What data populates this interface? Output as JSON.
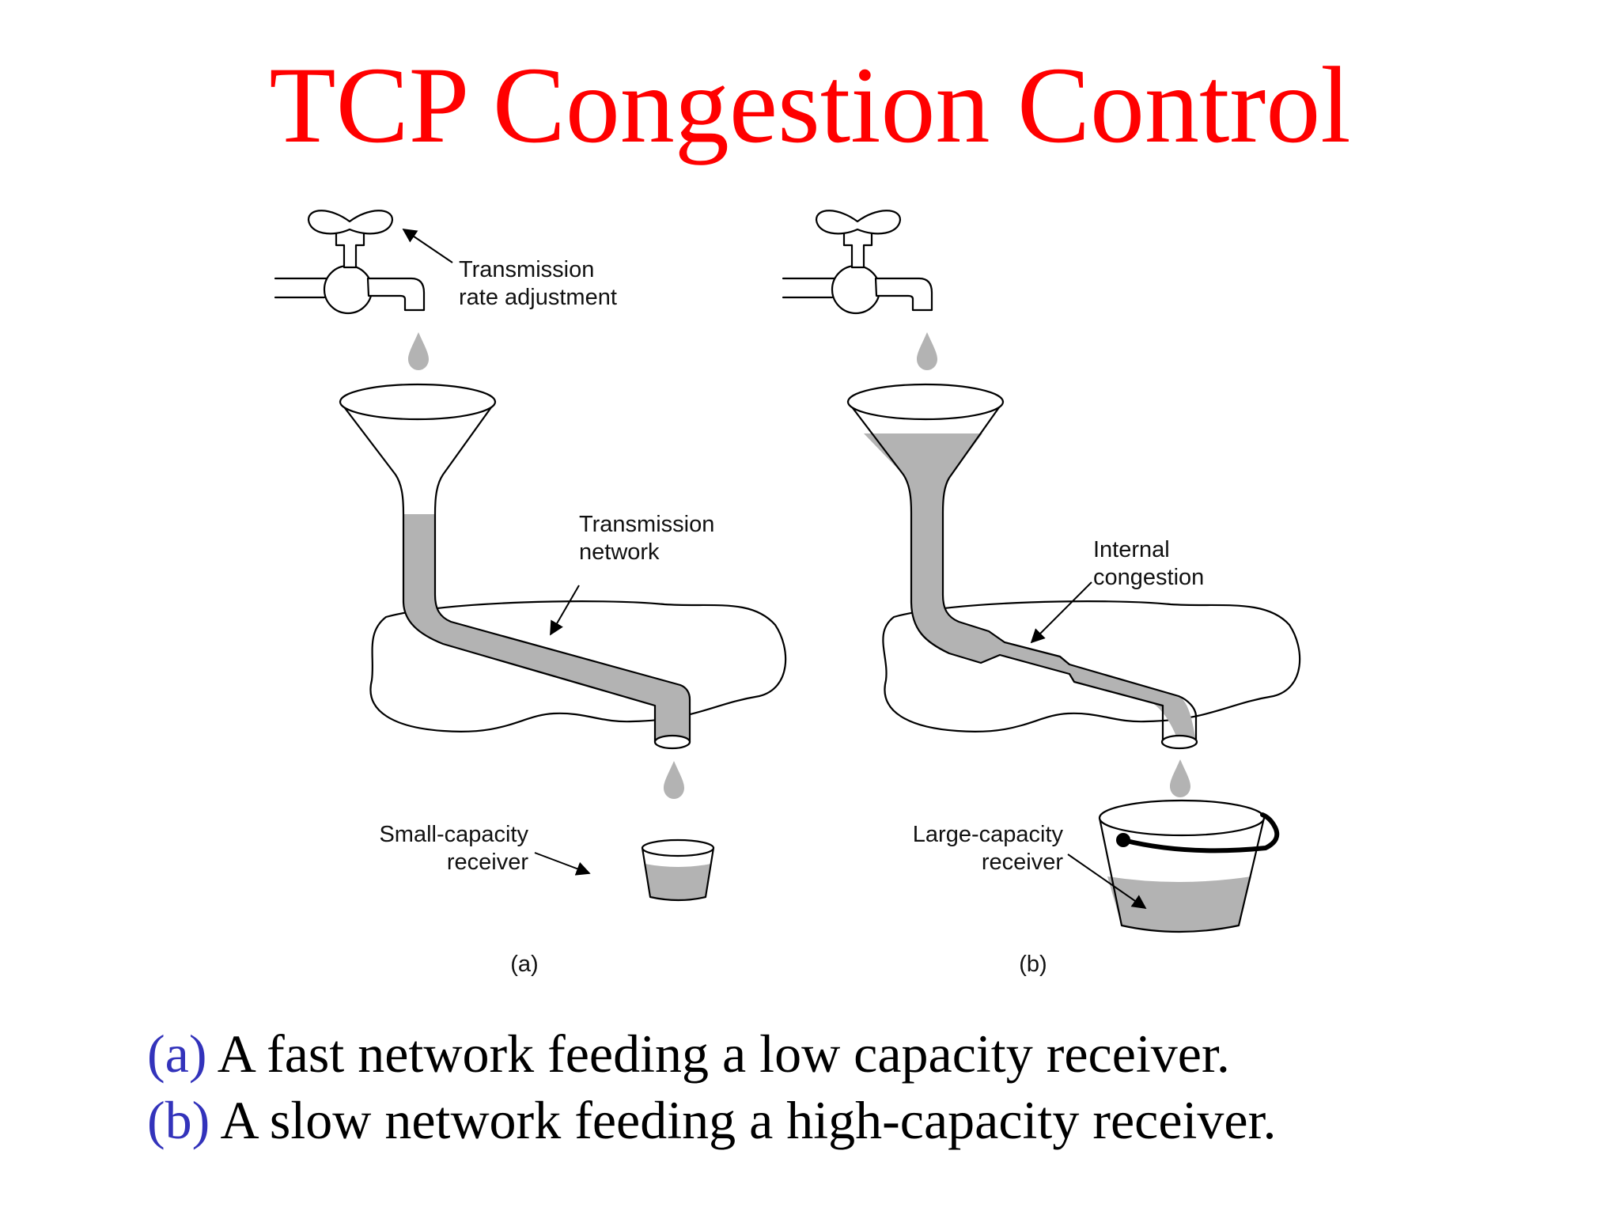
{
  "title": "TCP Congestion Control",
  "diagram": {
    "left": {
      "faucet_label_line1": "Transmission",
      "faucet_label_line2": "rate adjustment",
      "network_label_line1": "Transmission",
      "network_label_line2": "network",
      "receiver_label_line1": "Small-capacity",
      "receiver_label_line2": "receiver",
      "panel_label": "(a)"
    },
    "right": {
      "congestion_label_line1": "Internal",
      "congestion_label_line2": "congestion",
      "receiver_label_line1": "Large-capacity",
      "receiver_label_line2": "receiver",
      "panel_label": "(b)"
    },
    "colors": {
      "water": "#b3b3b3",
      "outline": "#000000"
    }
  },
  "captions": [
    {
      "tag": "(a)",
      "text": "A fast network feeding a low capacity receiver."
    },
    {
      "tag": "(b)",
      "text": "A slow network feeding a high-capacity receiver."
    }
  ],
  "colors": {
    "title": "#ff0000",
    "caption_tag": "#3333bb",
    "caption_text": "#000000"
  }
}
